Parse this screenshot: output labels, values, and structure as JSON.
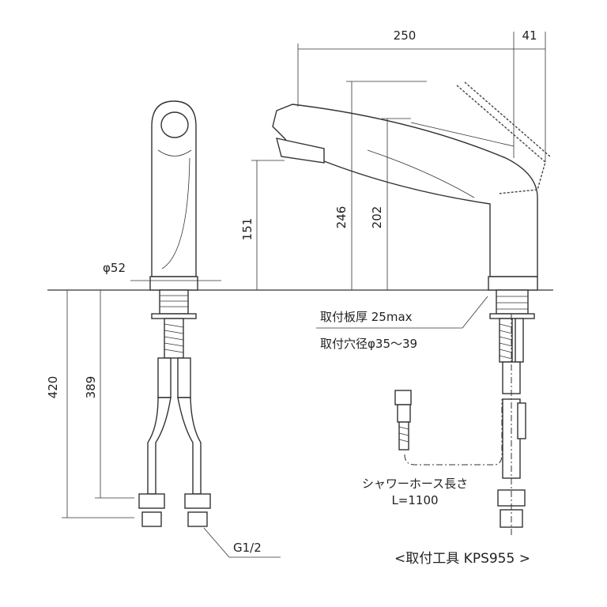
{
  "dimensions": {
    "spout_reach": "250",
    "handle_offset": "41",
    "spout_height": "151",
    "total_height": "246",
    "body_height": "202",
    "base_diameter": "φ52",
    "hose_length_total": "420",
    "hose_length_inner": "389"
  },
  "notes": {
    "mount_thickness": "取付板厚 25max",
    "mount_hole": "取付穴径φ35～39",
    "shower_hose_label": "シャワーホース長さ",
    "shower_hose_length": "L=1100",
    "thread": "G1/2",
    "tool": "<取付工具 KPS955 >"
  }
}
